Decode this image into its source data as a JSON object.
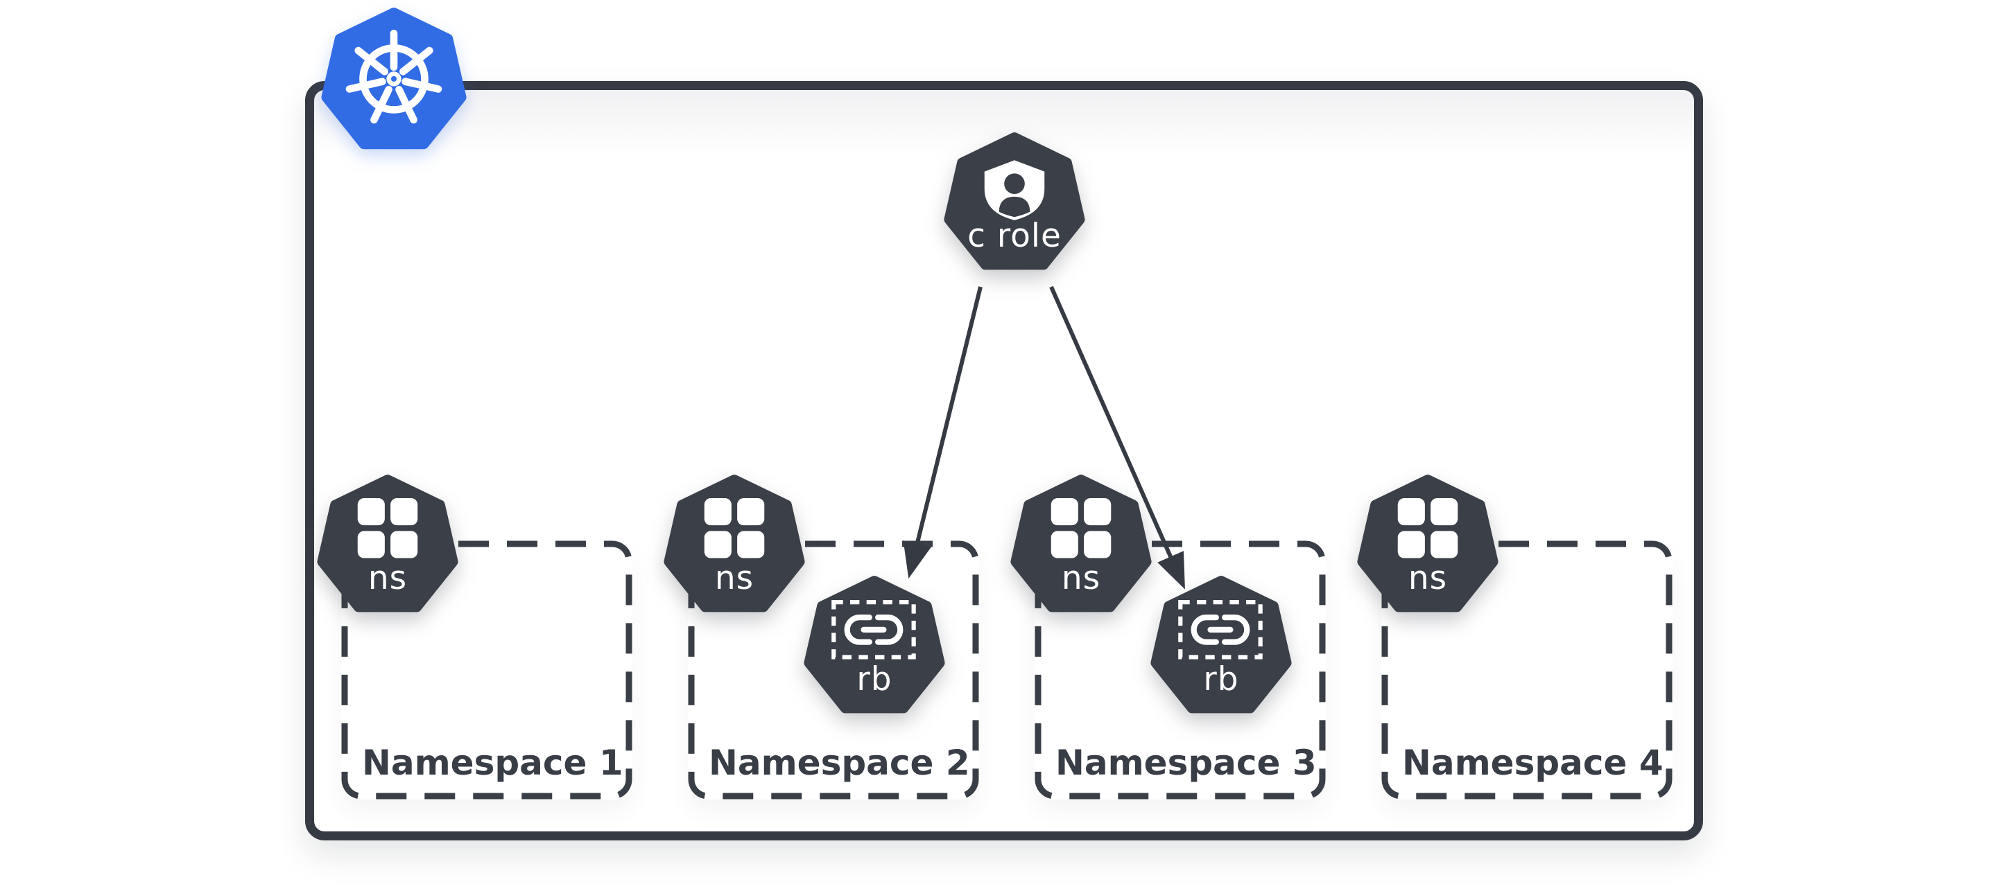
{
  "diagram": {
    "type": "kubernetes-rbac-clusterrole-rolebindings",
    "cluster": {
      "logo": "kubernetes-logo"
    },
    "cluster_role": {
      "label": "c role",
      "icon": "user-shield"
    },
    "namespaces": [
      {
        "label": "Namespace 1",
        "icon_label": "ns",
        "rolebinding": null
      },
      {
        "label": "Namespace 2",
        "icon_label": "ns",
        "rolebinding": {
          "label": "rb",
          "icon": "chain-link"
        }
      },
      {
        "label": "Namespace 3",
        "icon_label": "ns",
        "rolebinding": {
          "label": "rb",
          "icon": "chain-link"
        }
      },
      {
        "label": "Namespace 4",
        "icon_label": "ns",
        "rolebinding": null
      }
    ],
    "bindings": [
      {
        "from": "cluster-role",
        "to": "namespace-2-rolebinding"
      },
      {
        "from": "cluster-role",
        "to": "namespace-3-rolebinding"
      }
    ],
    "colors": {
      "dark": "#383c44",
      "kubernetes_blue": "#326ce5",
      "white": "#ffffff",
      "background": "#ffffff"
    }
  }
}
